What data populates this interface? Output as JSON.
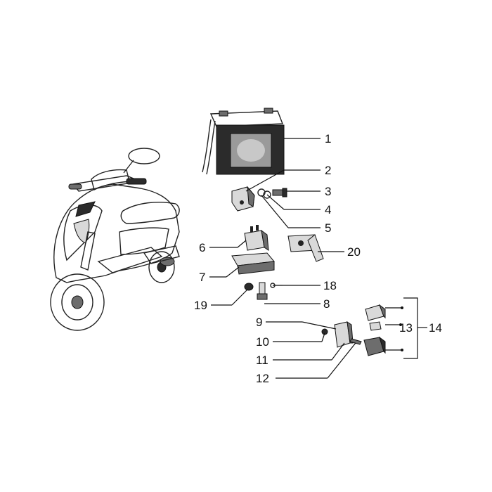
{
  "callouts": [
    {
      "id": "c1",
      "text": "1"
    },
    {
      "id": "c2",
      "text": "2"
    },
    {
      "id": "c3",
      "text": "3"
    },
    {
      "id": "c4",
      "text": "4"
    },
    {
      "id": "c5",
      "text": "5"
    },
    {
      "id": "c6",
      "text": "6"
    },
    {
      "id": "c20",
      "text": "20"
    },
    {
      "id": "c7",
      "text": "7"
    },
    {
      "id": "c18",
      "text": "18"
    },
    {
      "id": "c19",
      "text": "19"
    },
    {
      "id": "c8",
      "text": "8"
    },
    {
      "id": "c9",
      "text": "9"
    },
    {
      "id": "c13",
      "text": "13"
    },
    {
      "id": "c14",
      "text": "14"
    },
    {
      "id": "c10",
      "text": "10"
    },
    {
      "id": "c11",
      "text": "11"
    },
    {
      "id": "c12",
      "text": "12"
    }
  ]
}
